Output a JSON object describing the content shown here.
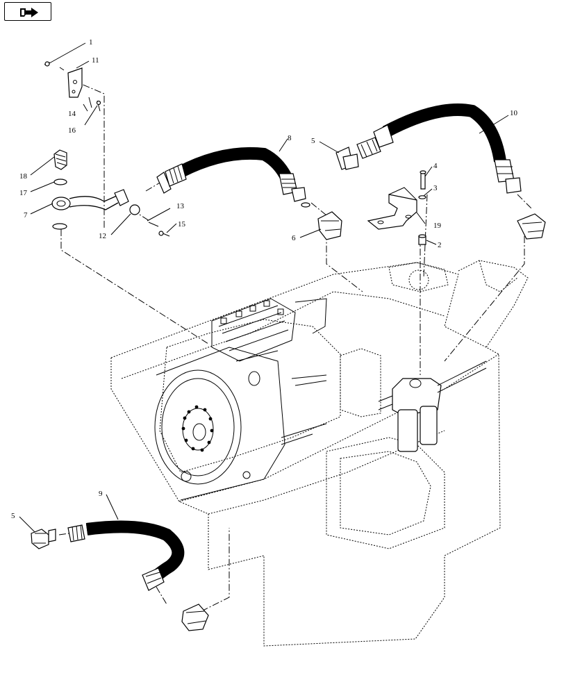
{
  "navigation": {
    "icon": "back-arrow-icon"
  },
  "diagram": {
    "callouts": [
      {
        "id": "c1",
        "text": "1"
      },
      {
        "id": "c11",
        "text": "11"
      },
      {
        "id": "c14",
        "text": "14"
      },
      {
        "id": "c16",
        "text": "16"
      },
      {
        "id": "c18",
        "text": "18"
      },
      {
        "id": "c17",
        "text": "17"
      },
      {
        "id": "c7",
        "text": "7"
      },
      {
        "id": "c12",
        "text": "12"
      },
      {
        "id": "c13",
        "text": "13"
      },
      {
        "id": "c15",
        "text": "15"
      },
      {
        "id": "c8",
        "text": "8"
      },
      {
        "id": "c6",
        "text": "6"
      },
      {
        "id": "c5a",
        "text": "5"
      },
      {
        "id": "c10",
        "text": "10"
      },
      {
        "id": "c4",
        "text": "4"
      },
      {
        "id": "c3",
        "text": "3"
      },
      {
        "id": "c19",
        "text": "19"
      },
      {
        "id": "c2",
        "text": "2"
      },
      {
        "id": "c9",
        "text": "9"
      },
      {
        "id": "c5b",
        "text": "5"
      }
    ]
  }
}
